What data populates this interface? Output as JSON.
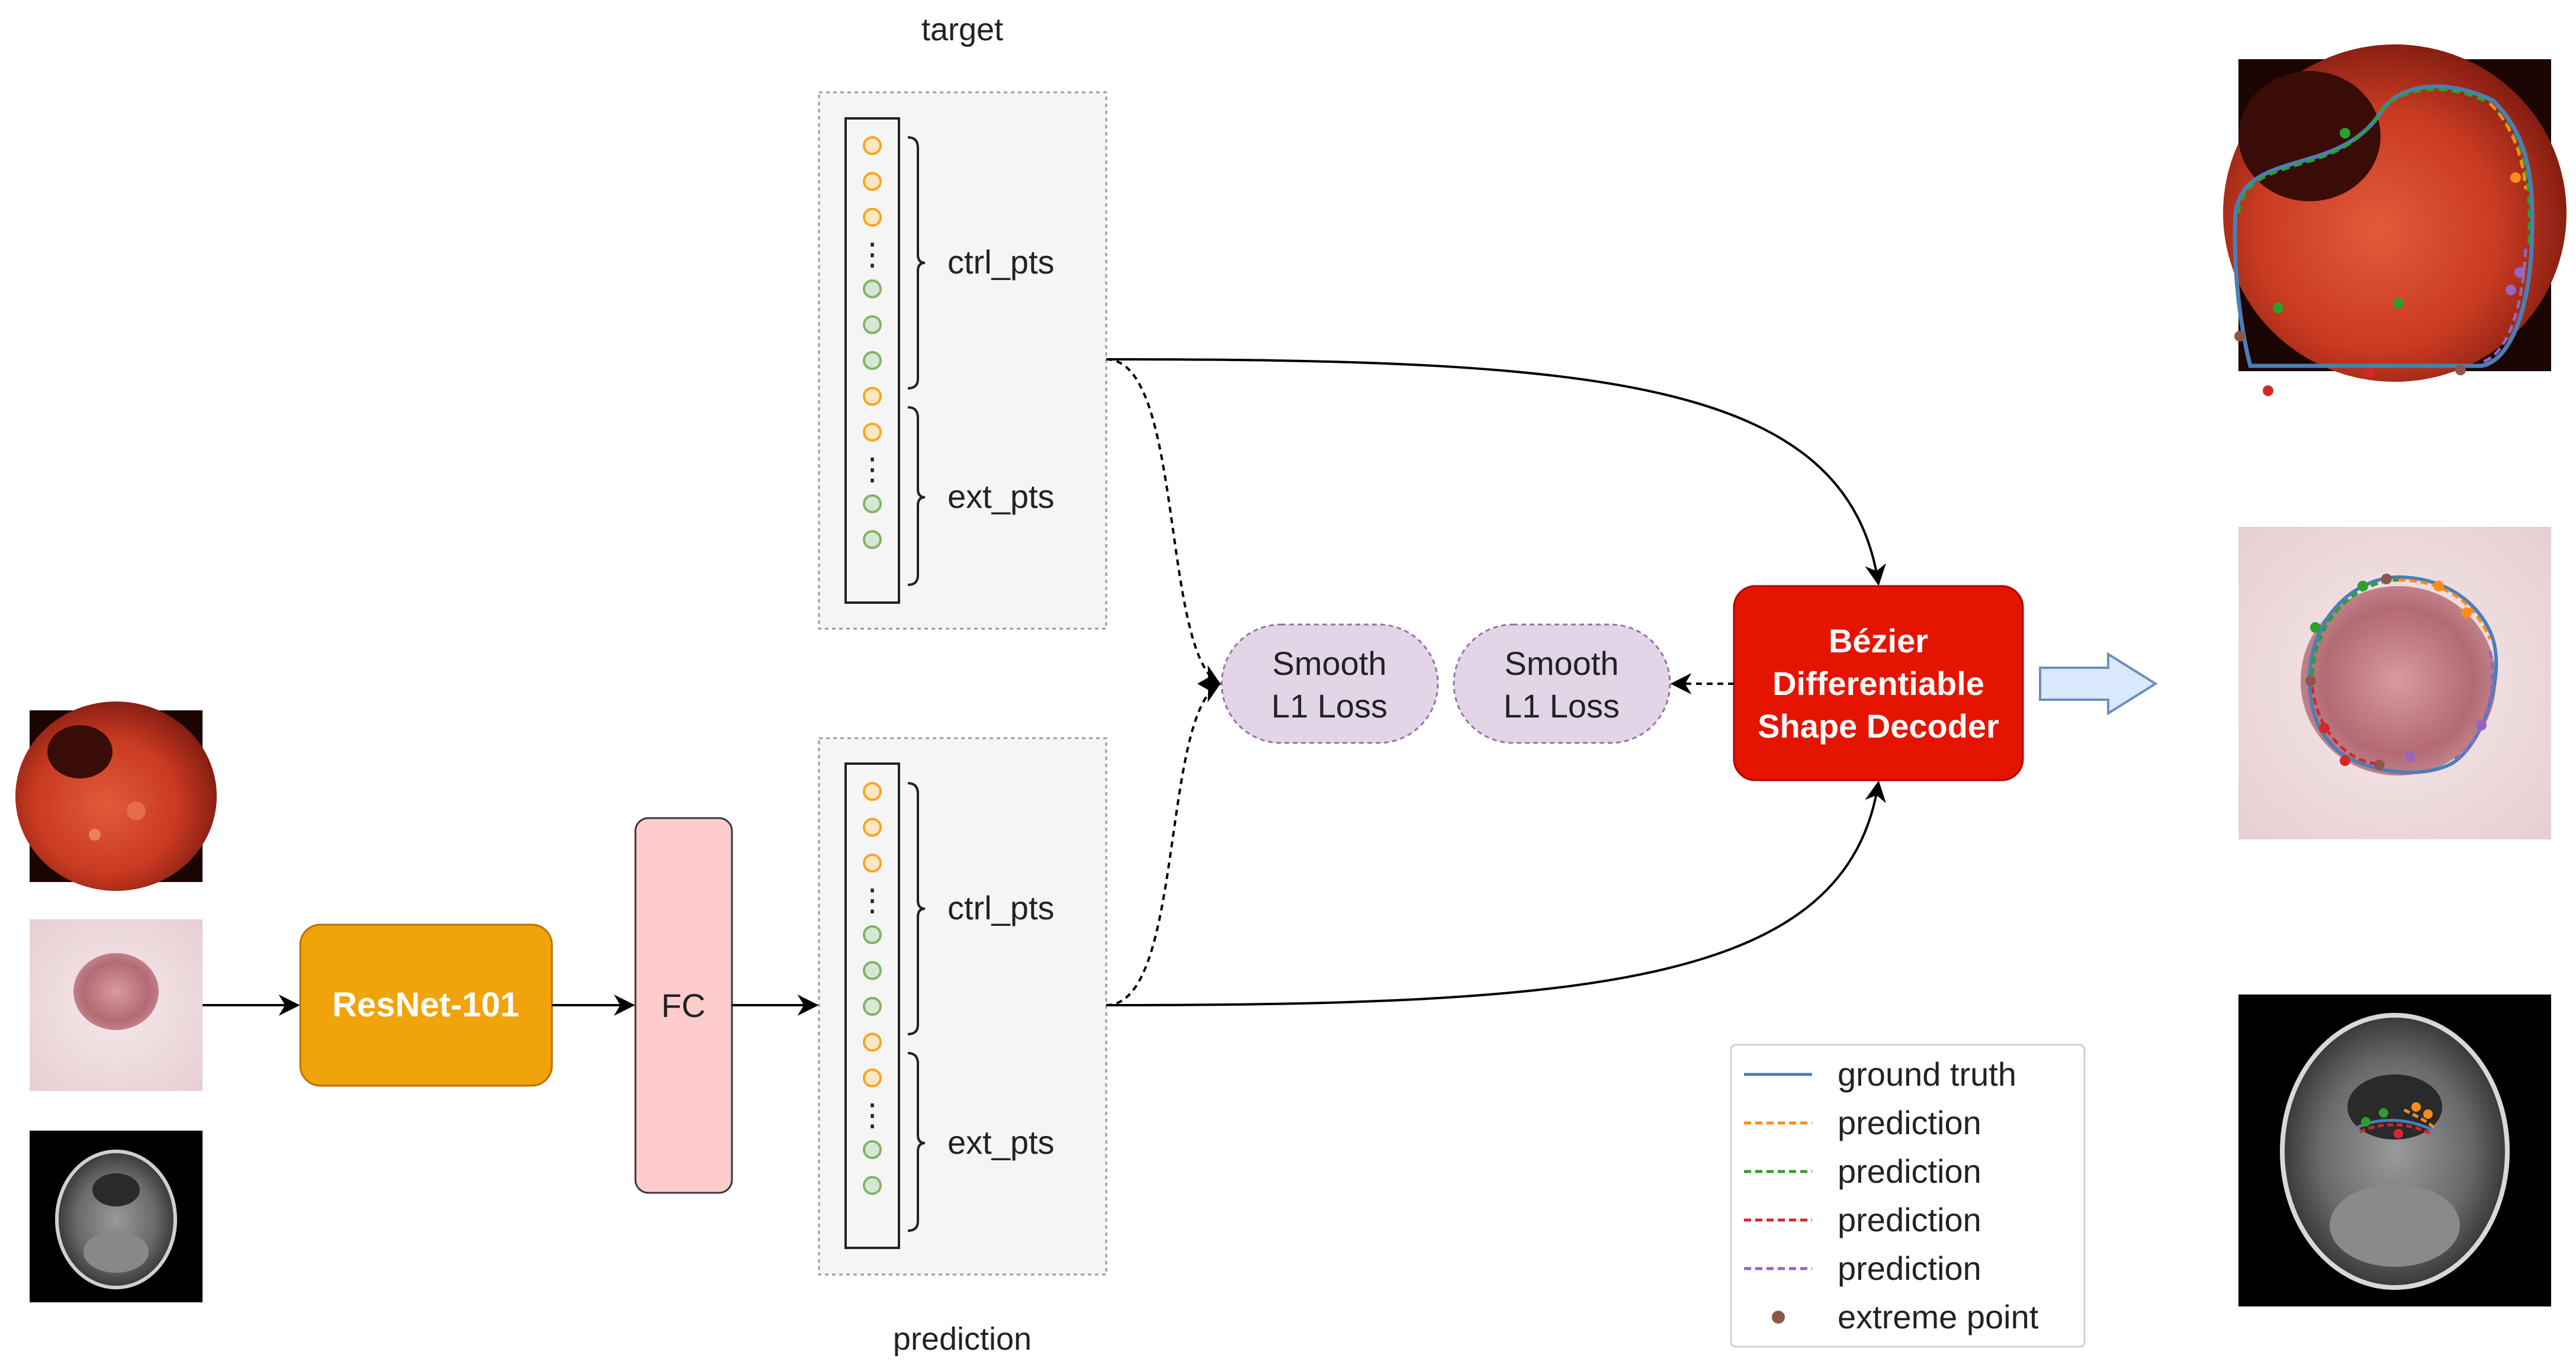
{
  "labels": {
    "target": "target",
    "prediction": "prediction",
    "ctrl_pts": "ctrl_pts",
    "ext_pts": "ext_pts",
    "vdots": "⋮"
  },
  "blocks": {
    "resnet": "ResNet-101",
    "fc": "FC",
    "loss_left": {
      "line1": "Smooth",
      "line2": "L1 Loss"
    },
    "loss_right": {
      "line1": "Smooth",
      "line2": "L1 Loss"
    },
    "decoder": {
      "line1": "Bézier",
      "line2": "Differentiable",
      "line3": "Shape Decoder"
    }
  },
  "legend": {
    "items": [
      {
        "label": "ground truth",
        "style": "solid",
        "color": "#4a7fb5"
      },
      {
        "label": "prediction",
        "style": "dashed",
        "color": "#ff8c1a"
      },
      {
        "label": "prediction",
        "style": "dashed",
        "color": "#2ca02c"
      },
      {
        "label": "prediction",
        "style": "dashed",
        "color": "#d62728"
      },
      {
        "label": "prediction",
        "style": "dashed",
        "color": "#9467bd"
      },
      {
        "label": "extreme point",
        "style": "dot",
        "color": "#8c564b"
      }
    ]
  },
  "point_columns": {
    "top_row_colors": [
      "orange",
      "orange",
      "orange",
      "dots",
      "green",
      "green",
      "green",
      "orange",
      "orange",
      "dots",
      "green",
      "green"
    ],
    "colors": {
      "orange": "#f5a623",
      "orange_fill": "#fde7c2",
      "green": "#82b366",
      "green_fill": "#d5e8d4"
    }
  },
  "palette": {
    "resnet": "#f0a30a",
    "fc": "#ffcccc",
    "loss": "#e1d5e7",
    "decoder": "#e51400",
    "panel": "#f5f5f5",
    "arrow_fill": "#dae8fc",
    "arrow_stroke": "#6c8ebf"
  }
}
